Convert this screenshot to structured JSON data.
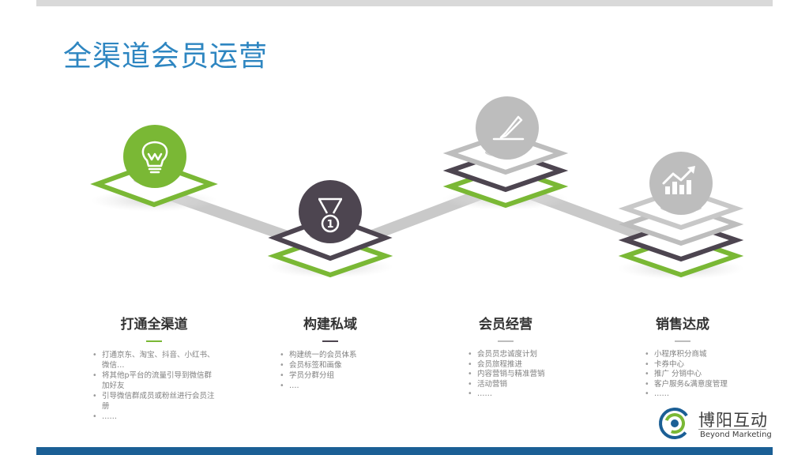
{
  "slide": {
    "title": "全渠道会员运营"
  },
  "colors": {
    "green": "#7ab835",
    "dark": "#4d4550",
    "gray": "#bdbdbd",
    "title_blue": "#2e86c1",
    "bottom_bar": "#1b5f95"
  },
  "steps": [
    {
      "title": "打通全渠道",
      "icon": "lightbulb-icon",
      "rule_color": "#7ab835",
      "items": [
        "打通京东、淘宝、抖音、小红书、微信…",
        "将其他p平台的流量引导到微信群加好友",
        "引导微信群成员或粉丝进行会员注册",
        "……"
      ]
    },
    {
      "title": "构建私域",
      "icon": "medal-icon",
      "rule_color": "#4d4550",
      "items": [
        "构建统一的会员体系",
        "会员标签和画像",
        "学员分群分组",
        "…."
      ]
    },
    {
      "title": "会员经营",
      "icon": "pencil-icon",
      "rule_color": "#bdbdbd",
      "items": [
        "会员员忠诚度计划",
        "会员旅程推进",
        "内容营销与精准营销",
        "活动营销",
        "……"
      ]
    },
    {
      "title": "销售达成",
      "icon": "chart-growth-icon",
      "rule_color": "#bdbdbd",
      "items": [
        "小程序积分商城",
        "卡券中心",
        "推广 分销中心",
        "客户服务&满意度管理",
        "……"
      ]
    }
  ],
  "logo": {
    "name": "博阳互动",
    "tagline": "Beyond Marketing"
  }
}
